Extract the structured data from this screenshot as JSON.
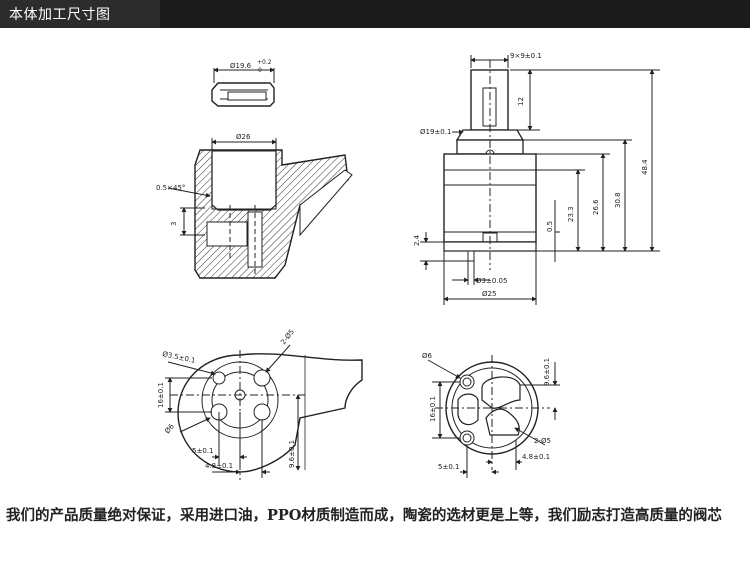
{
  "header": {
    "title": "本体加工尺寸图"
  },
  "caption": {
    "text": "我们的产品质量绝对保证，采用进口油，PPO材质制造而成，陶瓷的选材更是上等，我们励志打造高质量的阀芯"
  },
  "dimensions": {
    "ring_dia": "Ø19.6",
    "ring_tol_top": "+0.2",
    "ring_tol_bot": "0",
    "body_dia": "Ø26",
    "chamfer": "0.5×45°",
    "depth3": "3",
    "stem_size": "9×9±0.1",
    "stem_h": "12",
    "neck_dia": "Ø19±0.1",
    "total_h": "48.4",
    "h308": "30.8",
    "h266": "26.6",
    "h233": "23.3",
    "h05": "0.5",
    "h24": "2.4",
    "pin_dia": "Ø3±0.05",
    "base_dia": "Ø25",
    "hole_35": "Ø3.5±0.1",
    "two_phi5_left": "2-Ø5",
    "v16_left": "16±0.1",
    "phi6_left": "Ø6",
    "h5_left": "5±0.1",
    "h48_left": "4.8±0.1",
    "v96_left": "9.6±0.1",
    "phi6_right": "Ø6",
    "v16_right": "16±0.1",
    "v96_right": "9.6±0.1",
    "two_phi5_right": "2-Ø5",
    "h48_right": "4.8±0.1",
    "h5_right": "5±0.1"
  }
}
